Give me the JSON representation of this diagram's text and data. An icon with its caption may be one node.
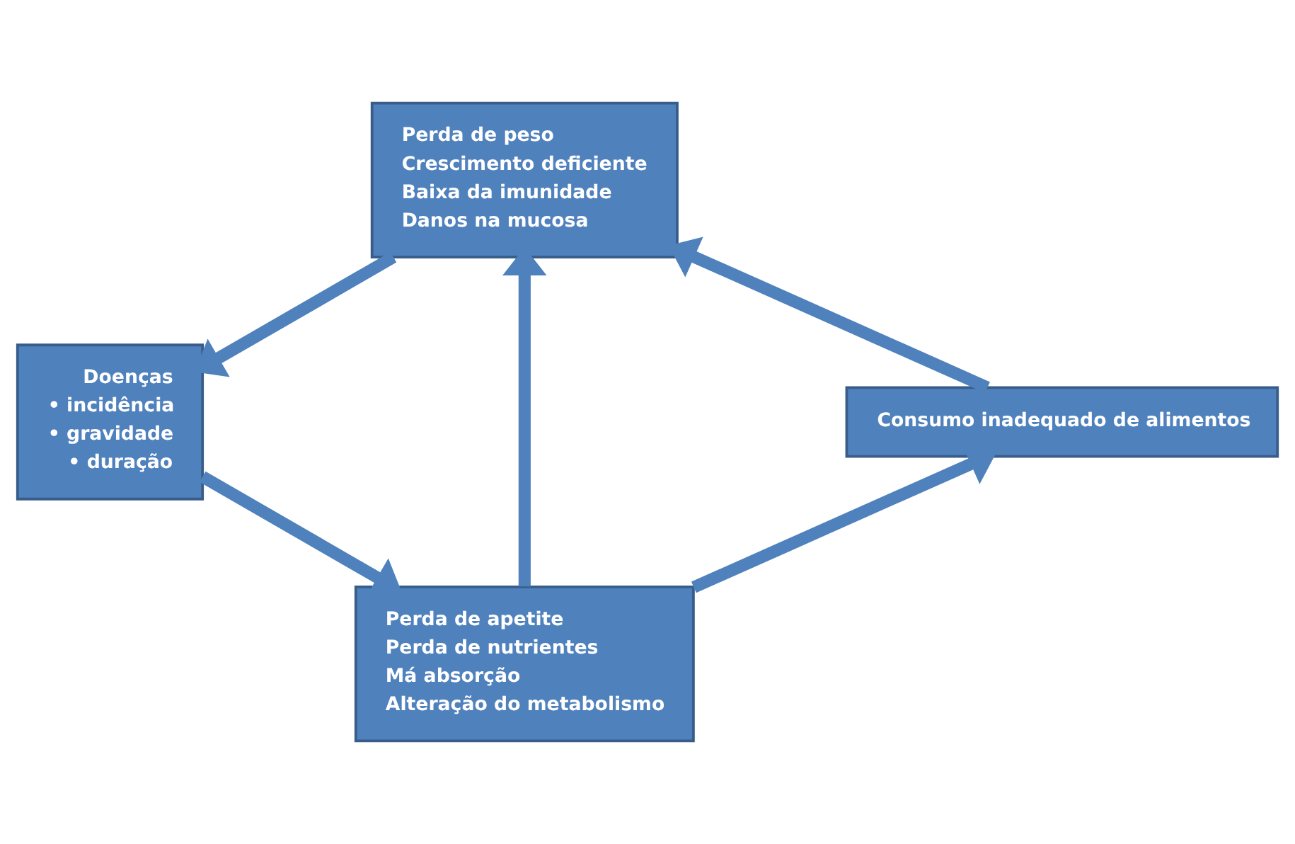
{
  "diagram": {
    "nodes": [
      {
        "text": [
          "Perda de peso",
          "Crescimento deficiente",
          "Baixa da imunidade",
          "Danos na mucosa"
        ]
      },
      {
        "text": [
          "Doenças",
          "• incidência",
          "• gravidade",
          "• duração"
        ]
      },
      {
        "text": [
          "Perda de apetite",
          "Perda de nutrientes",
          "Má absorção",
          "Alteração do metabolismo"
        ]
      },
      {
        "text": [
          "Consumo inadequado de alimentos"
        ]
      }
    ],
    "edges": [
      {
        "from": 3,
        "to": 0,
        "arrow": "to"
      },
      {
        "from": 0,
        "to": 1,
        "arrow": "to"
      },
      {
        "from": 1,
        "to": 2,
        "arrow": "to"
      },
      {
        "from": 2,
        "to": 3,
        "arrow": "to"
      },
      {
        "from": 2,
        "to": 0,
        "arrow": "to"
      }
    ]
  }
}
